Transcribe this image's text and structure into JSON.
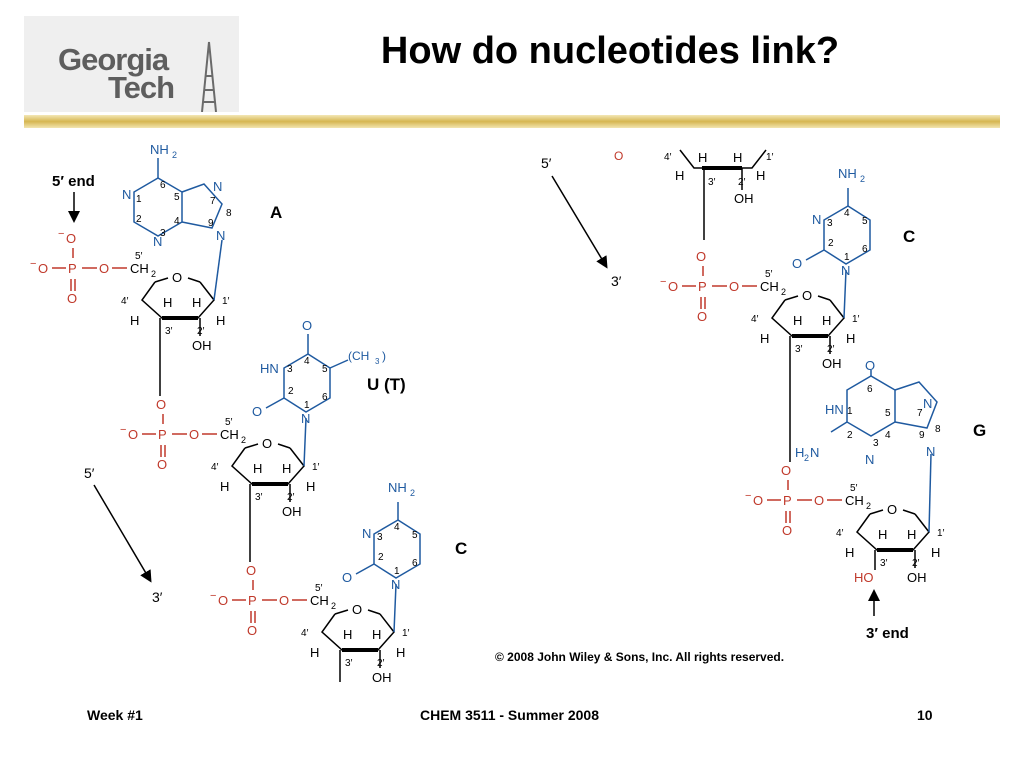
{
  "header": {
    "logo_line1": "Georgia",
    "logo_line2": "Tech",
    "title": "How do nucleotides link?"
  },
  "footer": {
    "left": "Week #1",
    "center": "CHEM 3511 - Summer 2008",
    "right": "10"
  },
  "diagram": {
    "left": {
      "end_label": "5′ end",
      "bases": [
        "A",
        "U (T)",
        "C"
      ],
      "direction_from": "5′",
      "direction_to": "3′"
    },
    "right": {
      "bases": [
        "C",
        "G"
      ],
      "end_label": "3′ end",
      "direction_from": "5′",
      "direction_to": "3′"
    },
    "labels": {
      "nh2": "NH",
      "nh2_sub": "2",
      "ch2": "CH",
      "ch2_sub": "2",
      "ch3": "(CH",
      "ch3_sub": "3",
      "ch3_close": ")",
      "h2n": "H",
      "h2n_sub": "2",
      "h2n_n": "N",
      "hn": "HN",
      "oh": "OH",
      "ho": "HO",
      "o": "O",
      "o_minus": "O",
      "neg": "−",
      "p": "P",
      "n": "N",
      "h": "H",
      "nh": "N"
    },
    "copyright": "© 2008 John Wiley & Sons, Inc. All rights reserved."
  },
  "colors": {
    "blue": "#1f5aa0",
    "red": "#c0392b",
    "gold": "#d6b651",
    "logo_grey": "#5e5e5e"
  }
}
